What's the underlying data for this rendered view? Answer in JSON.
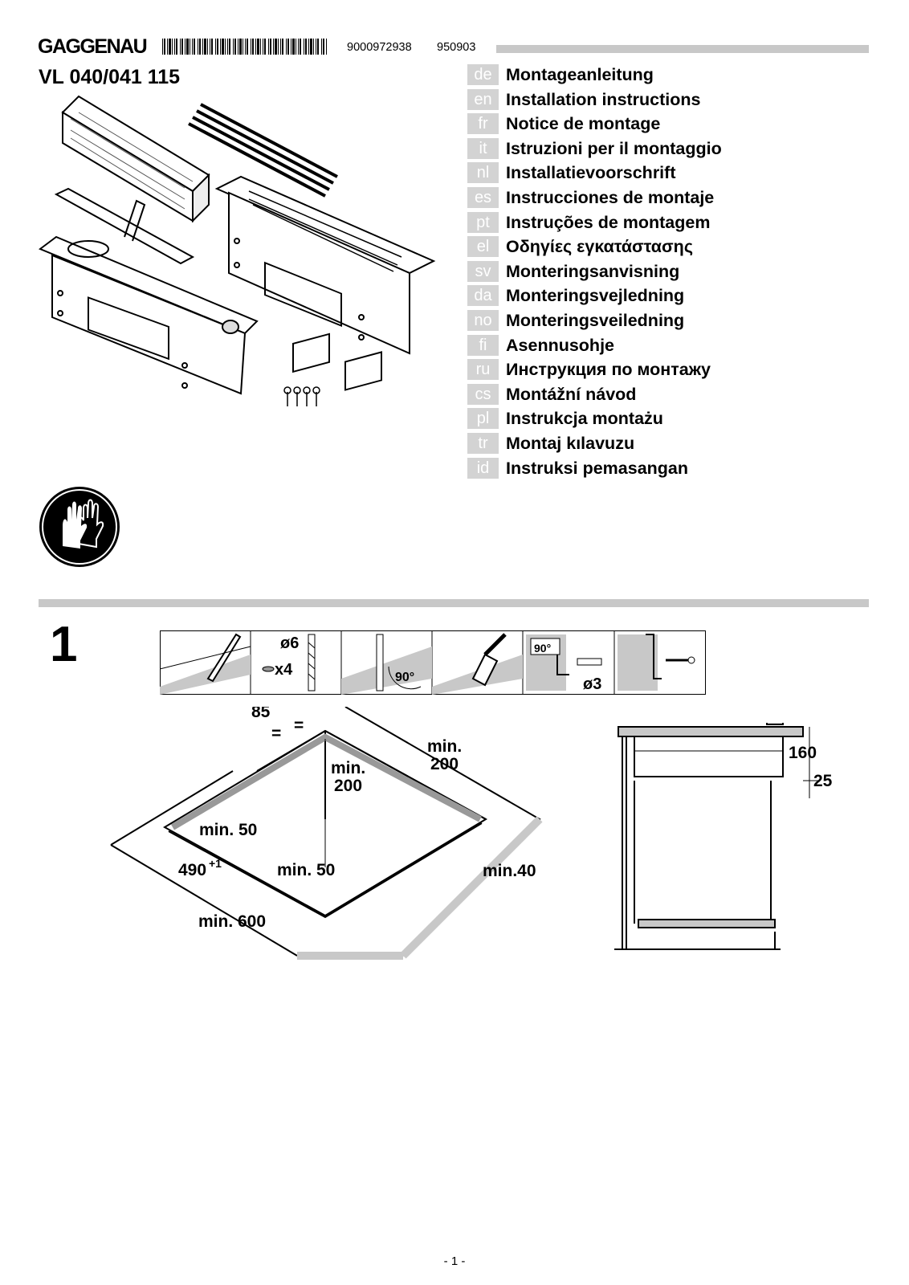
{
  "header": {
    "brand": "GAGGENAU",
    "doc_number": "9000972938",
    "date_code": "950903",
    "model": "VL 040/041 115"
  },
  "languages": [
    {
      "code": "de",
      "title": "Montageanleitung"
    },
    {
      "code": "en",
      "title": "Installation instructions"
    },
    {
      "code": "fr",
      "title": "Notice de montage"
    },
    {
      "code": "it",
      "title": "Istruzioni per il montaggio"
    },
    {
      "code": "nl",
      "title": "Installatievoorschrift"
    },
    {
      "code": "es",
      "title": "Instrucciones de montaje"
    },
    {
      "code": "pt",
      "title": "Instruções de montagem"
    },
    {
      "code": "el",
      "title": "Οδηγίες εγκατάστασης"
    },
    {
      "code": "sv",
      "title": "Monteringsanvisning"
    },
    {
      "code": "da",
      "title": "Monteringsvejledning"
    },
    {
      "code": "no",
      "title": "Monteringsveiledning"
    },
    {
      "code": "fi",
      "title": "Asennusohje"
    },
    {
      "code": "ru",
      "title": "Инструкция по монтажу"
    },
    {
      "code": "cs",
      "title": "Montážní návod"
    },
    {
      "code": "pl",
      "title": "Instrukcja montażu"
    },
    {
      "code": "tr",
      "title": "Montaj kılavuzu"
    },
    {
      "code": "id",
      "title": "Instruksi pemasangan"
    }
  ],
  "step": {
    "number": "1",
    "tool_labels": {
      "drill_diameter": "ø6",
      "quantity": "x4",
      "saw_angle": "90°",
      "bracket_angle": "90°",
      "screw_diameter": "ø3"
    },
    "cutout_dims": {
      "d85": "85",
      "eq1": "=",
      "eq2": "=",
      "min200a_1": "min.",
      "min200a_2": "200",
      "min200b_1": "min.",
      "min200b_2": "200",
      "min50a": "min. 50",
      "d490": "490",
      "d490_tol": "+1",
      "min50b": "min. 50",
      "min40": "min.40",
      "min600": "min. 600"
    },
    "side_dims": {
      "height": "160",
      "gap": "25"
    }
  },
  "icons": [
    "gloves-icon"
  ],
  "footer": {
    "page": "- 1 -"
  }
}
